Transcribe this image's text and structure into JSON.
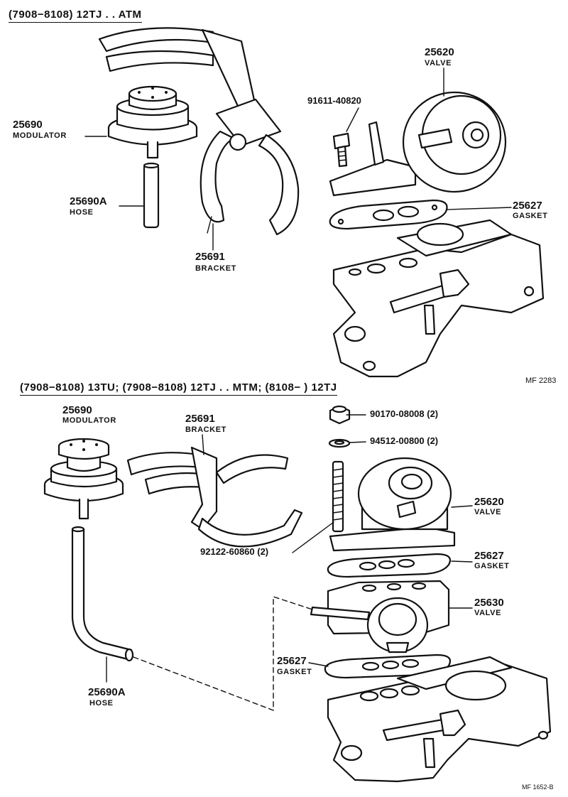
{
  "sections": [
    {
      "title": "(7908−8108) 12TJ . . ATM",
      "ref": "MF 2283"
    },
    {
      "title": "(7908−8108) 13TU; (7908−8108) 12TJ . . MTM; (8108−          ) 12TJ",
      "ref": "MF 1652-B"
    }
  ],
  "top_labels": {
    "modulator": {
      "number": "25690",
      "name": "MODULATOR"
    },
    "hose": {
      "number": "25690A",
      "name": "HOSE"
    },
    "bracket": {
      "number": "25691",
      "name": "BRACKET"
    },
    "bolt": {
      "number": "91611-40820"
    },
    "valve": {
      "number": "25620",
      "name": "VALVE"
    },
    "gasket": {
      "number": "25627",
      "name": "GASKET"
    }
  },
  "bottom_labels": {
    "modulator": {
      "number": "25690",
      "name": "MODULATOR"
    },
    "bracket": {
      "number": "25691",
      "name": "BRACKET"
    },
    "nut": {
      "number": "90170-08008 (2)"
    },
    "washer": {
      "number": "94512-00800 (2)"
    },
    "stud": {
      "number": "92122-60860 (2)"
    },
    "valve": {
      "number": "25620",
      "name": "VALVE"
    },
    "gasket_upper": {
      "number": "25627",
      "name": "GASKET"
    },
    "valve2": {
      "number": "25630",
      "name": "VALVE"
    },
    "gasket_lower": {
      "number": "25627",
      "name": "GASKET"
    },
    "hose": {
      "number": "25690A",
      "name": "HOSE"
    }
  }
}
